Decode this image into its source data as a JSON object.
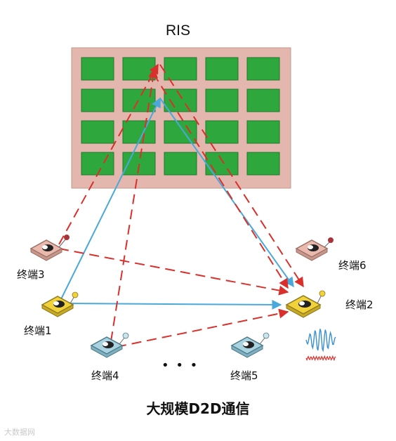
{
  "ris_label": "RIS",
  "terminals": {
    "t1": "终端1",
    "t2": "终端2",
    "t3": "终端3",
    "t4": "终端4",
    "t5": "终端5",
    "t6": "终端6"
  },
  "ellipsis": "• • •",
  "caption": "大规模D2D通信",
  "watermark": "大数据网",
  "colors": {
    "panel": "#e3b7ad",
    "cell": "#2ea83c",
    "solid_arrow": "#4aa8da",
    "dashed_arrow": "#d9302c",
    "term_yellow": "#f2d23a",
    "term_pink": "#eab9ad",
    "term_blue": "#a9d3e0"
  }
}
